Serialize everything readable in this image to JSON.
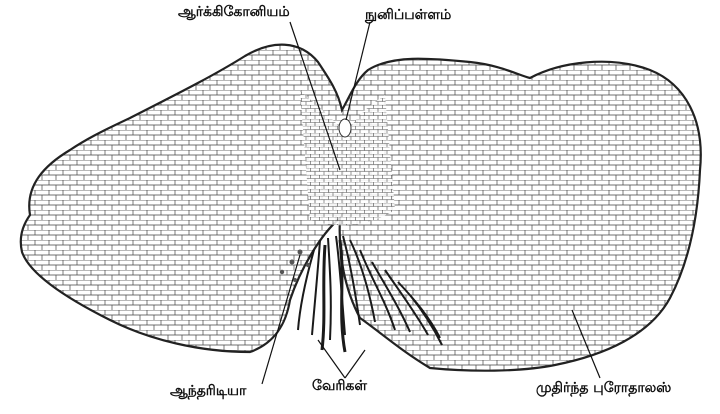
{
  "labels": {
    "archegonium": "ஆர்க்கிகோனியம்",
    "apical_notch": "நுனிப்பள்ளம்",
    "antheridia": "ஆந்தரிடியா",
    "rhizoids": "வேரிகள்",
    "mature_prothallus": "முதிர்ந்த புரோதாலஸ்"
  },
  "colors": {
    "ink": "#222222",
    "paper": "#ffffff"
  }
}
